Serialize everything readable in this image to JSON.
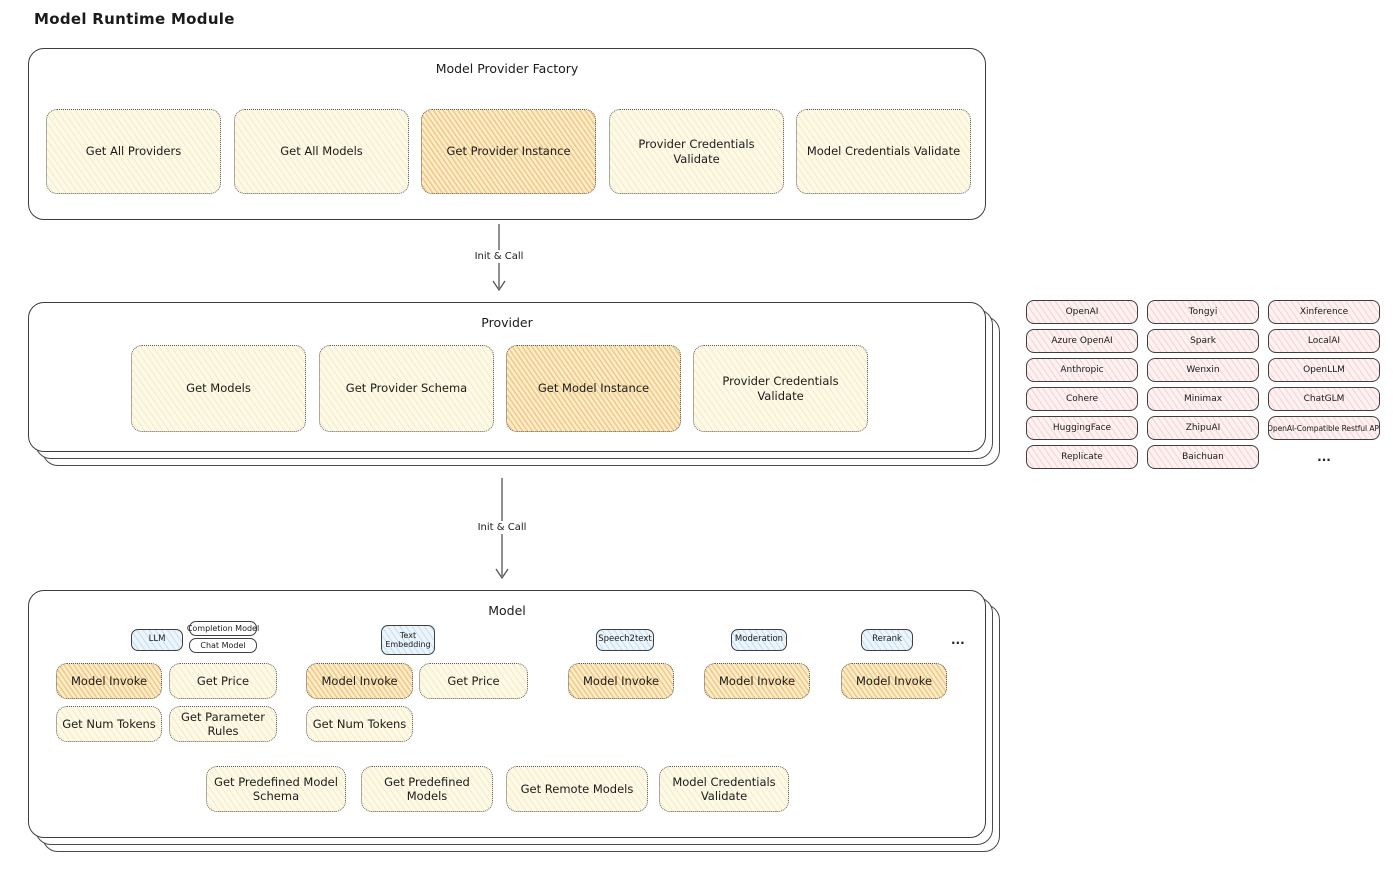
{
  "title": "Model Runtime Module",
  "arrows": {
    "init_call_1": "Init & Call",
    "init_call_2": "Init & Call"
  },
  "factory": {
    "title": "Model Provider Factory",
    "items": [
      "Get All Providers",
      "Get All Models",
      "Get Provider Instance",
      "Provider Credentials Validate",
      "Model Credentials Validate"
    ]
  },
  "provider": {
    "title": "Provider",
    "items": [
      "Get Models",
      "Get Provider Schema",
      "Get Model Instance",
      "Provider Credentials Validate"
    ]
  },
  "provider_list": {
    "col1": [
      "OpenAI",
      "Azure OpenAI",
      "Anthropic",
      "Cohere",
      "HuggingFace",
      "Replicate"
    ],
    "col2": [
      "Tongyi",
      "Spark",
      "Wenxin",
      "Minimax",
      "ZhipuAI",
      "Baichuan"
    ],
    "col3": [
      "Xinference",
      "LocalAI",
      "OpenLLM",
      "ChatGLM",
      "OpenAI-Compatible Restful API"
    ],
    "more": "..."
  },
  "model": {
    "title": "Model",
    "types": {
      "llm": "LLM",
      "completion_model": "Completion Model",
      "chat_model": "Chat Model",
      "text_embedding": "Text Embedding",
      "speech2text": "Speech2text",
      "moderation": "Moderation",
      "rerank": "Rerank",
      "more": "..."
    },
    "fns_llm": [
      "Model Invoke",
      "Get Price",
      "Get Num Tokens",
      "Get Parameter Rules"
    ],
    "fns_embedding": [
      "Model Invoke",
      "Get Price",
      "Get Num Tokens"
    ],
    "fns_speech2text": [
      "Model Invoke"
    ],
    "fns_moderation": [
      "Model Invoke"
    ],
    "fns_rerank": [
      "Model Invoke"
    ],
    "fns_common": [
      "Get Predefined Model Schema",
      "Get Predefined Models",
      "Get Remote Models",
      "Model Credentials Validate"
    ]
  },
  "colors": {
    "yellow_fill": "#fdf9e8",
    "yellow_hatch": "#e2c458",
    "orange_fill": "#fbeccd",
    "orange_hatch": "#e8a634",
    "pink_fill": "#fdf1f1",
    "pink_hatch": "#e27878",
    "blue_fill": "#ecf5fb",
    "blue_hatch": "#6ea5d2",
    "stroke": "#3c3c3c"
  }
}
